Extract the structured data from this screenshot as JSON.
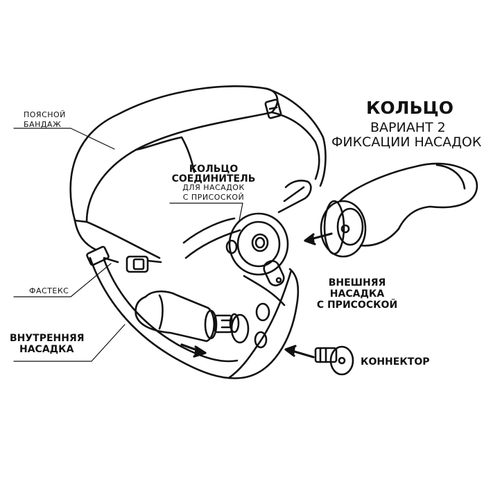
{
  "title": {
    "line1": "КОЛЬЦО",
    "line2": "ВАРИАНТ 2",
    "line3": "ФИКСАЦИИ НАСАДОК"
  },
  "labels": {
    "belt_line1": "ПОЯСНОЙ",
    "belt_line2": "БАНДАЖ",
    "ring_line1": "КОЛЬЦО",
    "ring_line2": "СОЕДИНИТЕЛЬ",
    "ring_line3": "ДЛЯ НАСАДОК",
    "ring_line4": "С ПРИСОСКОЙ",
    "fastex": "ФАСТЕКС",
    "inner_line1": "ВНУТРЕННЯЯ",
    "inner_line2": "НАСАДКА",
    "outer_line1": "ВНЕШНЯЯ",
    "outer_line2": "НАСАДКА",
    "outer_line3": "С ПРИСОСКОЙ",
    "connector": "КОННЕКТОР"
  },
  "colors": {
    "ink": "#111111",
    "paper": "#ffffff"
  }
}
